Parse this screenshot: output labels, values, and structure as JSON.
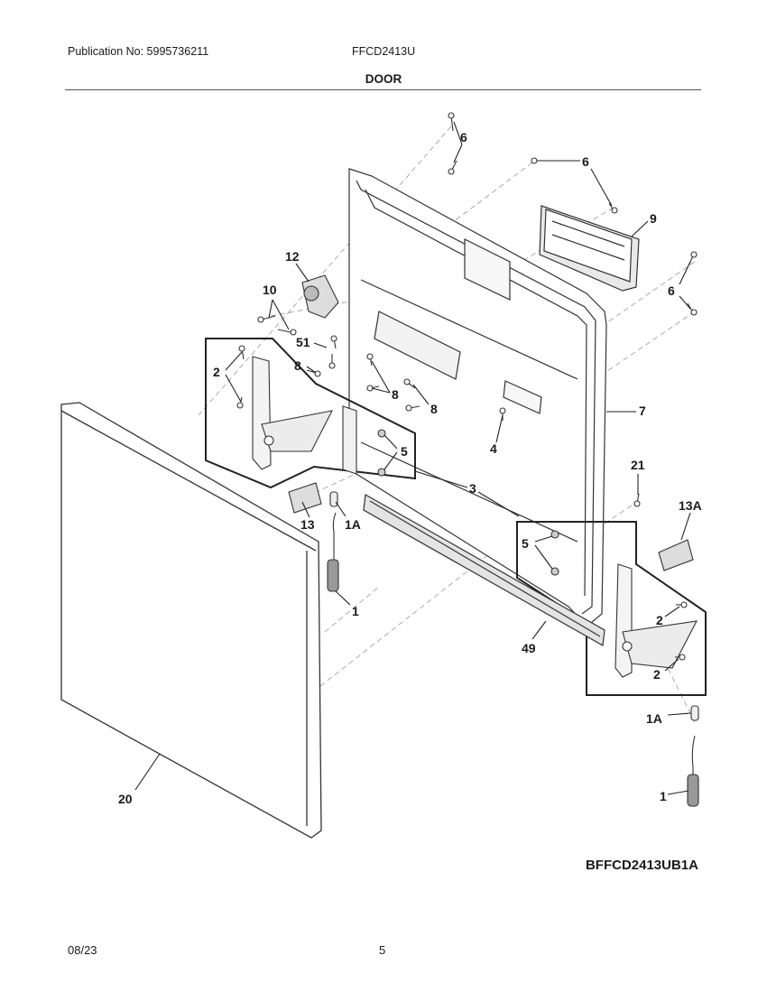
{
  "header": {
    "publication": "Publication No: 5995736211",
    "model": "FFCD2413U",
    "section": "DOOR"
  },
  "diagram": {
    "callouts": [
      "6",
      "6",
      "9",
      "6",
      "12",
      "10",
      "51",
      "8",
      "2",
      "8",
      "8",
      "5",
      "4",
      "7",
      "21",
      "3",
      "13A",
      "13",
      "1A",
      "5",
      "1",
      "2",
      "2",
      "49",
      "1A",
      "1",
      "20"
    ],
    "diagram_id": "BFFCD2413UB1A"
  },
  "footer": {
    "date": "08/23",
    "page": "5"
  }
}
